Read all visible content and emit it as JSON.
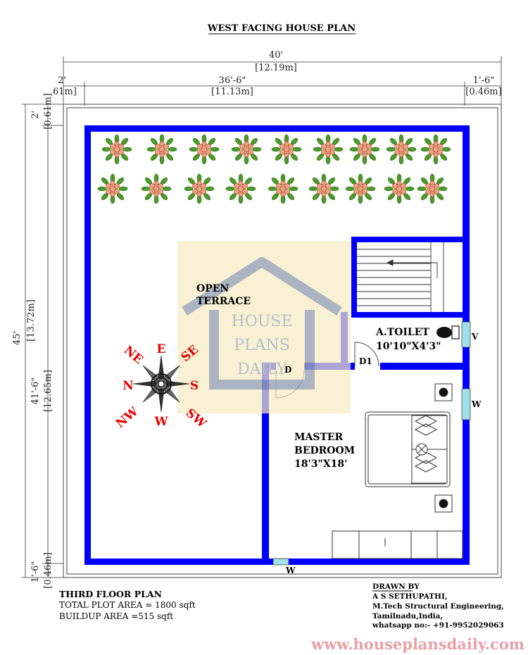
{
  "title": "WEST FACING HOUSE PLAN",
  "dimensions": {
    "top_total": "40'",
    "top_total_m": "[12.19m]",
    "top_left": "2'",
    "top_left_m": "61m]",
    "top_mid": "36'-6\"",
    "top_mid_m": "[11.13m]",
    "top_right": "1'-6\"",
    "top_right_m": "[0.46m]",
    "left_total": "45'",
    "left_total_m": "[13.72m]",
    "left_top": "2'",
    "left_top_m": "[0.61m]",
    "left_mid": "41'-6\"",
    "left_mid_m": "[12.65m]",
    "left_bottom": "1'-6\"",
    "left_bottom_m": "[0.46m]"
  },
  "rooms": {
    "open_terrace_line1": "OPEN",
    "open_terrace_line2": "TERRACE",
    "toilet_name": "A.TOILET",
    "toilet_size": "10'10\"X4'3\"",
    "bedroom_line1": "MASTER",
    "bedroom_line2": "BEDROOM",
    "bedroom_size": "18'3\"X18'"
  },
  "labels": {
    "door_d": "D",
    "door_d1": "D1",
    "vent_v": "V",
    "window_w_right": "W",
    "window_w_bottom": "W"
  },
  "compass": {
    "north": "N",
    "east": "E",
    "south": "S",
    "west": "W",
    "northeast": "NE",
    "southeast": "SE",
    "northwest": "NW",
    "southwest": "SW"
  },
  "watermark": {
    "line1": "HOUSE",
    "line2": "PLANS",
    "line3": "DAILY"
  },
  "info": {
    "floor": "THIRD  FLOOR PLAN",
    "plot_area": "TOTAL PLOT AREA = 1800 sqft",
    "buildup_area": "BUILDUP AREA =515 sqft"
  },
  "credits": {
    "heading": "DRAWN BY",
    "name": "A S SETHUPATHI,",
    "qualification": "M.Tech Structural Engineering,",
    "location": "Tamilnadu,India,",
    "contact": "whatsapp no:- +91-9952029063"
  },
  "website": "www.houseplansdaily.com",
  "colors": {
    "wall": "#0000ff",
    "window": "#9fe0e8",
    "compass_text": "#e60000",
    "watermark_fill": "#f7ebc0",
    "watermark_stroke": "#9aa3b5",
    "website_text": "#e8a0a8",
    "plant_leaf": "#4c9a2a",
    "plant_flower": "#f2a07a"
  }
}
